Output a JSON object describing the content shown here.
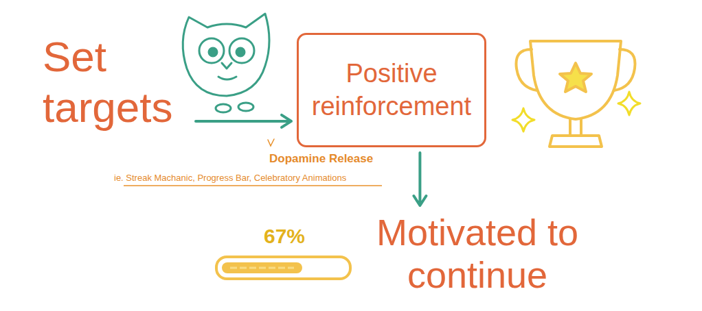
{
  "diagram": {
    "nodes": [
      {
        "text": [
          "Set targets"
        ]
      },
      {
        "text": [
          "Positive reinforcement"
        ]
      },
      {
        "text": [
          "Motivated to continue"
        ]
      }
    ],
    "edges": [
      {
        "from": 0,
        "to": 1,
        "arrow": "to"
      },
      {
        "from": 1,
        "to": 2,
        "arrow": "to"
      }
    ],
    "labels": [
      "Dopamine Release",
      "ie. Streak Machanic, Progress Bar, Celebratory Animations",
      "67%"
    ]
  }
}
